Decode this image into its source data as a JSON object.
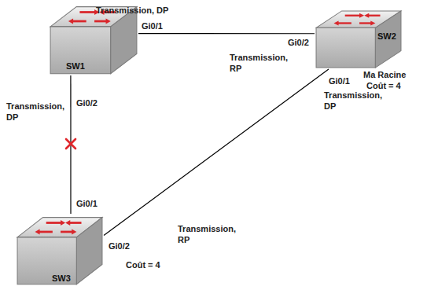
{
  "diagram": {
    "nodes": [
      {
        "text": [
          "SW1"
        ]
      },
      {
        "text": [
          "SW2"
        ]
      },
      {
        "text": [
          "SW3"
        ]
      }
    ],
    "edges": [
      {
        "from": 0,
        "to": 1,
        "arrow": "none"
      },
      {
        "from": 0,
        "to": 2,
        "arrow": "none"
      },
      {
        "from": 1,
        "to": 2,
        "arrow": "none"
      }
    ],
    "labels": [
      "Transmission, DP",
      "Gi0/1",
      "Gi0/2",
      "Transmission, RP",
      "Ma Racine",
      "Coût = 4",
      "Gi0/1",
      "Transmission, DP",
      "Transmission, DP",
      "Gi0/2",
      "Gi0/1",
      "Transmission, RP",
      "Gi0/2",
      "Coût = 4"
    ]
  }
}
